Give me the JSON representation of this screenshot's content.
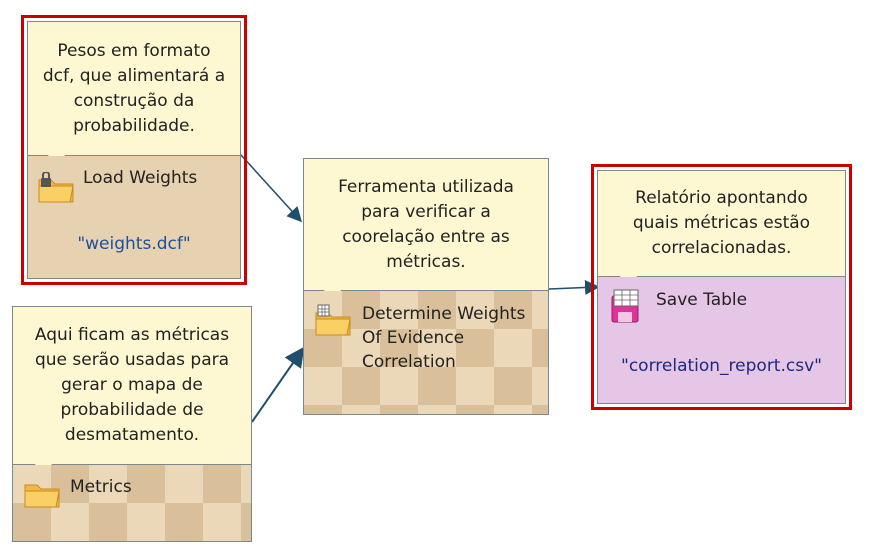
{
  "nodes": {
    "load_weights": {
      "note": "Pesos em formato\ndcf, que alimentará a\nconstrução da\nprobabilidade.",
      "title": "Load Weights",
      "param": "\"weights.dcf\"",
      "icon": "folder-lock-icon"
    },
    "metrics": {
      "note": "Aqui ficam as métricas\nque serão usadas para\ngerar o mapa de\nprobabilidade de\ndesmatamento.",
      "title": "Metrics",
      "icon": "folder-icon"
    },
    "determine_weights": {
      "note": "Ferramenta utilizada\npara verificar a\ncoorelação entre as\nmétricas.",
      "title": "Determine Weights\nOf Evidence\nCorrelation",
      "icon": "folder-table-icon"
    },
    "save_table": {
      "note": "Relatório apontando\nquais métricas estão\ncorrelacionadas.",
      "title": "Save Table",
      "param": "\"correlation_report.csv\"",
      "icon": "save-table-icon"
    }
  },
  "colors": {
    "selection": "#cc0000",
    "note_bg": "#fdf7d2",
    "tan": "#e6d2b0",
    "pink": "#e6c6e6",
    "connector": "#1f4f6a"
  }
}
